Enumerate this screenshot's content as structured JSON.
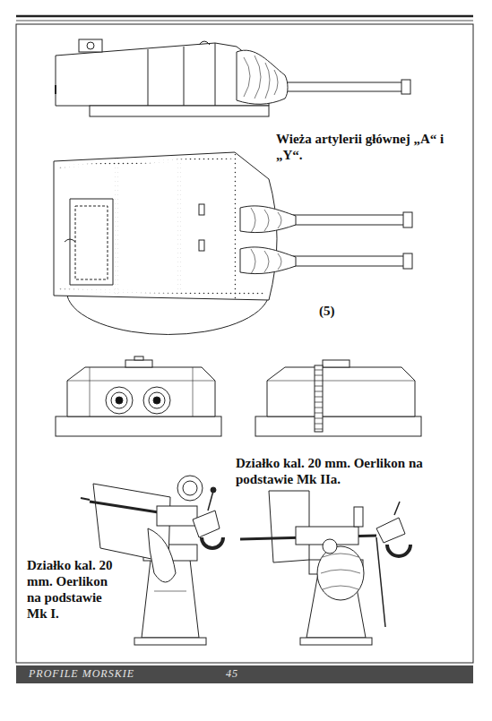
{
  "diagram": {
    "labels": [
      "Wieża artylerii głównej „A“ i „Y“.",
      "(5)",
      "Działko kal. 20 mm. Oerlikon na podstawie Mk IIa.",
      "Działko kal. 20 mm. Oerlikon na podstawie Mk I.",
      "PROFILE MORSKIE",
      "45"
    ]
  }
}
